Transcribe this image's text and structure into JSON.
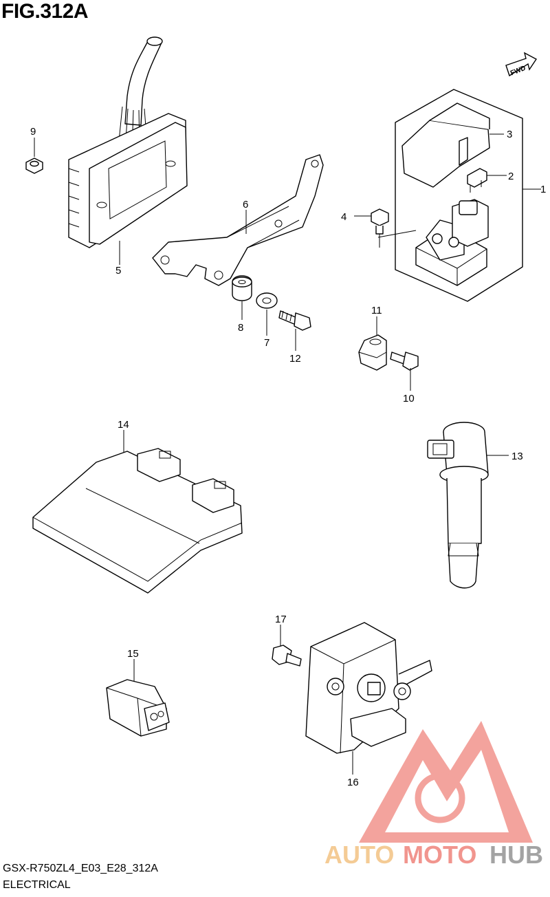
{
  "figure": {
    "title": "FIG.312A",
    "model_code": "GSX-R750ZL4_E03_E28_312A",
    "section": "ELECTRICAL",
    "fwd_label": "FWD"
  },
  "callouts": [
    "1",
    "2",
    "3",
    "4",
    "5",
    "6",
    "7",
    "8",
    "9",
    "10",
    "11",
    "12",
    "13",
    "14",
    "15",
    "16",
    "17"
  ],
  "watermark": {
    "word_part1": "AUTO",
    "word_part2": "MOTO",
    "word_part3": "HUB",
    "colors": {
      "auto": "#f3c68a",
      "moto": "#f08a82",
      "hub": "#9a9a9a",
      "triangle": "#f29a93"
    }
  }
}
